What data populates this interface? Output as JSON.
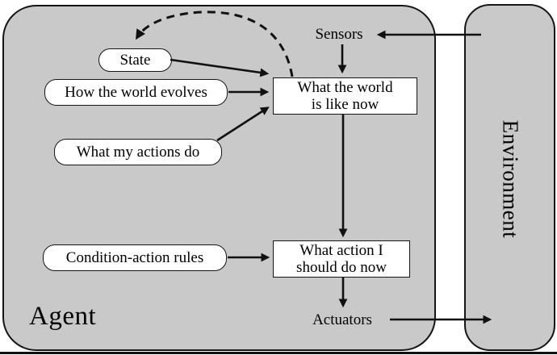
{
  "diagram": {
    "type": "agent-architecture-diagram",
    "containers": {
      "agent": {
        "label": "Agent"
      },
      "environment": {
        "label": "Environment"
      }
    },
    "io": {
      "sensors_label": "Sensors",
      "actuators_label": "Actuators"
    },
    "nodes": {
      "state": {
        "label": "State",
        "shape": "rounded"
      },
      "how_world_evolves": {
        "label": "How the world evolves",
        "shape": "rounded"
      },
      "what_my_actions_do": {
        "label": "What my actions do",
        "shape": "rounded"
      },
      "condition_action_rules": {
        "label": "Condition-action rules",
        "shape": "rounded"
      },
      "world_state": {
        "line1": "What the world",
        "line2": "is like now",
        "shape": "rectangle"
      },
      "action_choice": {
        "line1": "What action I",
        "line2": "should do now",
        "shape": "rectangle"
      }
    },
    "edges": [
      {
        "from": "environment",
        "to": "sensors",
        "style": "solid"
      },
      {
        "from": "sensors",
        "to": "world_state",
        "style": "solid"
      },
      {
        "from": "world_state",
        "to": "state",
        "style": "dashed-curve"
      },
      {
        "from": "state",
        "to": "world_state",
        "style": "solid"
      },
      {
        "from": "how_world_evolves",
        "to": "world_state",
        "style": "solid"
      },
      {
        "from": "what_my_actions_do",
        "to": "world_state",
        "style": "solid"
      },
      {
        "from": "world_state",
        "to": "action_choice",
        "style": "solid"
      },
      {
        "from": "condition_action_rules",
        "to": "action_choice",
        "style": "solid"
      },
      {
        "from": "action_choice",
        "to": "actuators",
        "style": "solid"
      },
      {
        "from": "actuators",
        "to": "environment",
        "style": "solid"
      }
    ],
    "colors": {
      "container_fill": "#c9c9c9",
      "node_fill": "#ffffff",
      "line": "#111111",
      "background": "#ffffff"
    }
  }
}
